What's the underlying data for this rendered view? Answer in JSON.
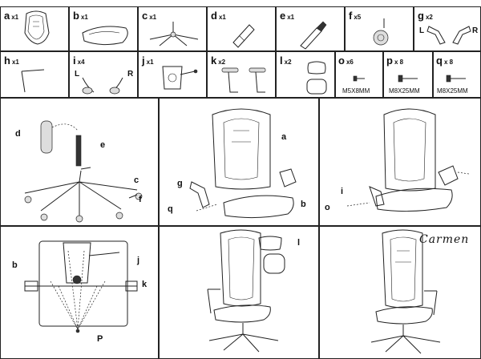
{
  "parts": [
    {
      "letter": "a",
      "qty": "x1"
    },
    {
      "letter": "b",
      "qty": "x1"
    },
    {
      "letter": "c",
      "qty": "x1"
    },
    {
      "letter": "d",
      "qty": "x1"
    },
    {
      "letter": "e",
      "qty": "x1"
    },
    {
      "letter": "f",
      "qty": "x5"
    },
    {
      "letter": "g",
      "qty": "x2",
      "left": "L",
      "right": "R"
    },
    {
      "letter": "h",
      "qty": "x1"
    },
    {
      "letter": "i",
      "qty": "x4",
      "left": "L",
      "right": "R"
    },
    {
      "letter": "j",
      "qty": "x1"
    },
    {
      "letter": "k",
      "qty": "x2"
    },
    {
      "letter": "l",
      "qty": "x2"
    },
    {
      "letter": "o",
      "qty": "x6",
      "spec": "M5X8MM"
    },
    {
      "letter": "p",
      "qty": "x 8",
      "spec": "M8X25MM"
    },
    {
      "letter": "q",
      "qty": "x 8",
      "spec": "M8X25MM"
    }
  ],
  "steps": {
    "step1": {
      "callouts": [
        "d",
        "e",
        "c",
        "f"
      ]
    },
    "step2": {
      "callouts": [
        "a",
        "g",
        "q",
        "b"
      ]
    },
    "step3": {
      "callouts": [
        "i",
        "o"
      ]
    },
    "step4": {
      "callouts": [
        "b",
        "j",
        "k",
        "P"
      ]
    },
    "step5": {
      "callouts": [
        "l"
      ]
    },
    "step6": {
      "brand": "Carmen"
    }
  },
  "colors": {
    "line": "#222222",
    "paper": "#ffffff"
  }
}
